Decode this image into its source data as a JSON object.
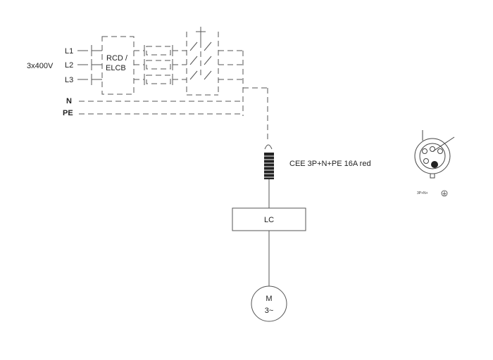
{
  "supply": {
    "voltage": "3x400V",
    "phase_labels": [
      "L1",
      "L2",
      "L3"
    ],
    "neutral_label": "N",
    "earth_label": "PE"
  },
  "protection": {
    "label_line1": "RCD /",
    "label_line2": "ELCB"
  },
  "connector": {
    "label": "CEE 3P+N+PE 16A red",
    "pinout_caption": "3P+N+"
  },
  "controller": {
    "label": "LC"
  },
  "motor": {
    "label_line1": "M",
    "label_line2": "3~"
  },
  "colors": {
    "line": "#555555",
    "text": "#222222",
    "plug_body": "#222222"
  }
}
